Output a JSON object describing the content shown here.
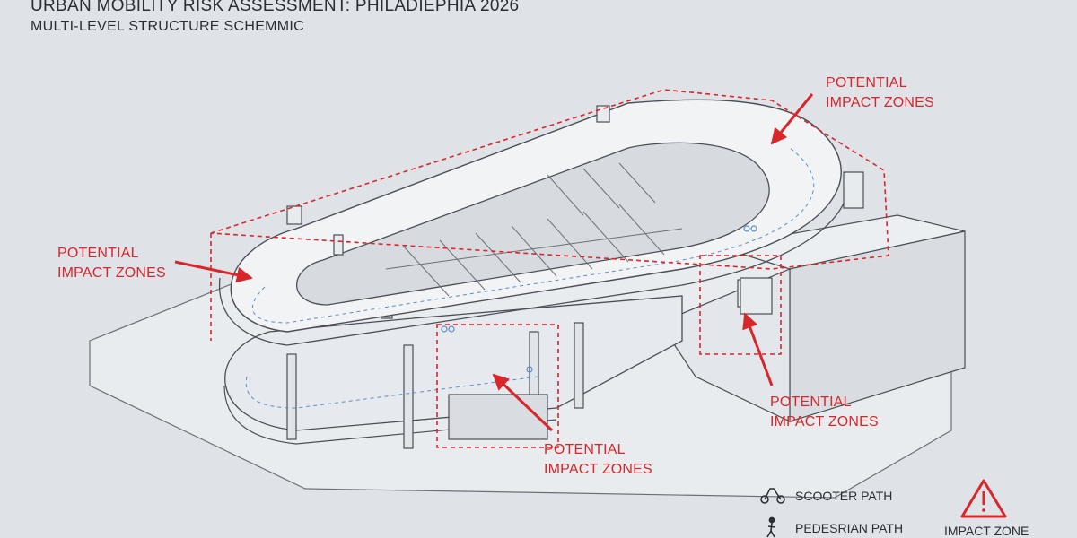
{
  "header": {
    "title": "URBAN MOBILITY RISK ASSESSMENT: PHILADIEPHIA 2026",
    "subtitle": "MULTI-LEVEL STRUCTURE SCHEMMIC"
  },
  "callouts": [
    {
      "line1": "POTENTIAL",
      "line2": "IMPACT ZONES"
    },
    {
      "line1": "POTENTIAL",
      "line2": "IMPACT ZONES"
    },
    {
      "line1": "POTENTIAL",
      "line2": "IMPACT ZONES"
    },
    {
      "line1": "POTENTIAL",
      "line2": "IMPACT ZONES"
    }
  ],
  "legend": {
    "scooter_label": "SCOOTER PATH",
    "scooter_icon": "scooter-icon",
    "pedestrian_label": "PEDESRIAN PATH",
    "pedestrian_icon": "pedestrian-icon",
    "impact_label": "IMPACT ZONE",
    "impact_icon": "warning-triangle-icon"
  },
  "colors": {
    "background": "#dfe3e8",
    "structure_fill": "#eef1f4",
    "structure_line": "#4a4f56",
    "impact_red": "#d8262b",
    "path_blue": "#5a8fc4"
  }
}
